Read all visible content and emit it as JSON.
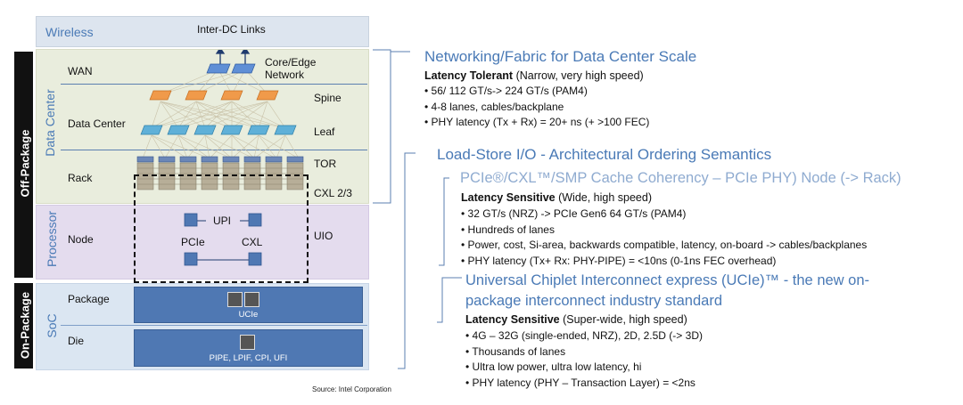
{
  "left": {
    "wireless_label": "Wireless",
    "inter_dc_label": "Inter-DC Links",
    "off_package_label": "Off-Package",
    "on_package_label": "On-Package",
    "data_center_band": "Data Center",
    "processor_band": "Processor",
    "soc_band": "SoC",
    "rows": {
      "wan": "WAN",
      "core_edge": "Core/Edge\nNetwork",
      "spine": "Spine",
      "data_center": "Data Center",
      "leaf": "Leaf",
      "tor": "TOR",
      "rack": "Rack",
      "cxl23": "CXL 2/3",
      "node": "Node",
      "upi": "UPI",
      "pcie": "PCIe",
      "cxl": "CXL",
      "uio": "UIO",
      "package": "Package",
      "die": "Die"
    },
    "ucie_bar": "UCIe",
    "pipe_bar": "PIPE, LPIF, CPI, UFI",
    "source": "Source: Intel Corporation"
  },
  "right": {
    "s1_title": "Networking/Fabric for Data Center Scale",
    "s1_latency_bold": "Latency Tolerant",
    "s1_latency_rest": " (Narrow, very high speed)",
    "s1_bullets": [
      "56/ 112 GT/s-> 224 GT/s (PAM4)",
      "4-8 lanes, cables/backplane",
      "PHY latency (Tx + Rx) = 20+ ns (+ >100 FEC)"
    ],
    "s2_title": "Load-Store I/O - Architectural Ordering Semantics",
    "s2a_title": "PCIe®/CXL™/SMP Cache Coherency –  PCIe PHY) Node (-> Rack)",
    "s2a_latency_bold": "Latency Sensitive",
    "s2a_latency_rest": " (Wide, high speed)",
    "s2a_bullets": [
      "32 GT/s (NRZ) -> PCIe Gen6 64 GT/s (PAM4)",
      "Hundreds of lanes",
      "Power, cost, Si-area, backwards compatible, latency, on-board -> cables/backplanes",
      "PHY latency (Tx+ Rx: PHY-PIPE) = <10ns (0-1ns FEC overhead)"
    ],
    "s2b_title_line1": "Universal Chiplet Interconnect express (UCIe)™ - the new on-",
    "s2b_title_line2": "package interconnect industry standard",
    "s2b_latency_bold": "Latency Sensitive",
    "s2b_latency_rest": " (Super-wide, high speed)",
    "s2b_bullets": [
      "4G – 32G (single-ended, NRZ), 2D, 2.5D (-> 3D)",
      "Thousands of lanes",
      "Ultra low power, ultra low latency, hi",
      "PHY latency (PHY – Transaction Layer) = <2ns"
    ]
  }
}
